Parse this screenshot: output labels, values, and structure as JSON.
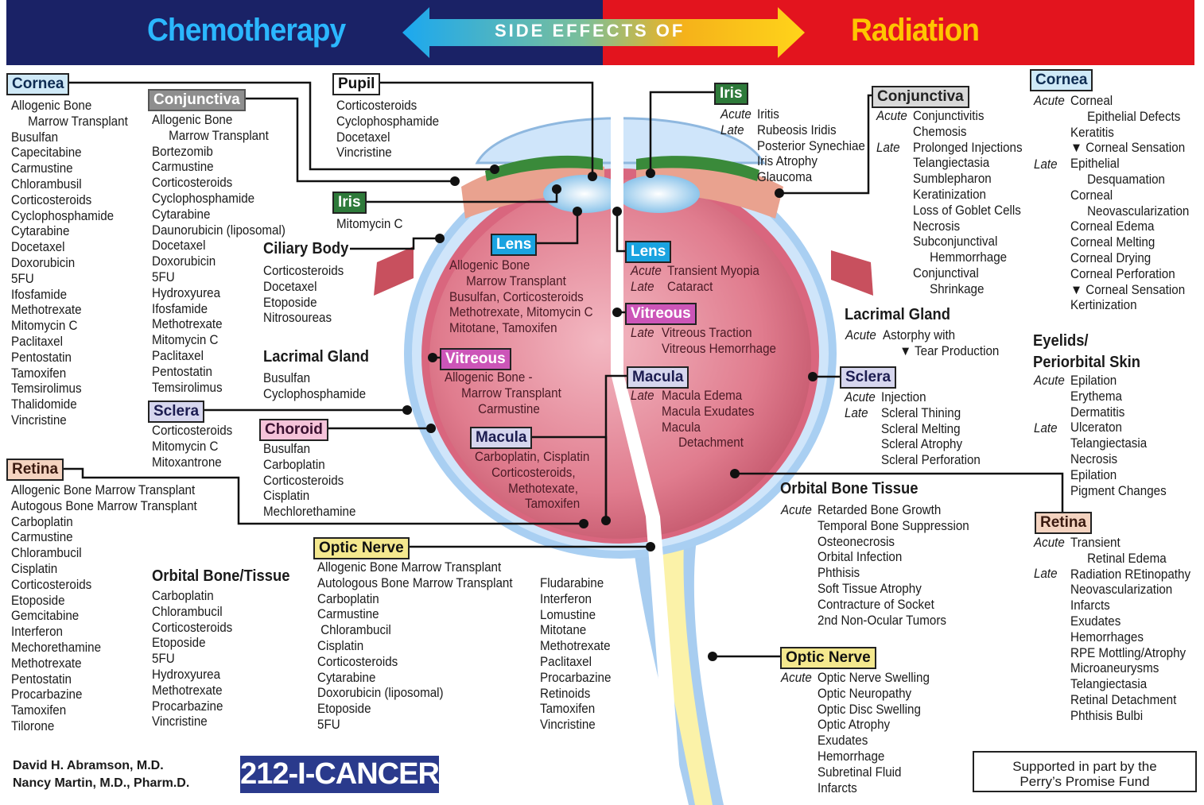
{
  "banner": {
    "left_title": "Chemotherapy",
    "center_title": "SIDE EFFECTS OF",
    "right_title": "Radiation"
  },
  "chemo": {
    "cornea": {
      "label": "Cornea",
      "items": "Allogenic Bone\n     Marrow Transplant\nBusulfan\nCapecitabine\nCarmustine\nChlorambusil\nCorticosteroids\nCyclophosphamide\nCytarabine\nDocetaxel\nDoxorubicin\n5FU\nIfosfamide\nMethotrexate\nMitomycin C\nPaclitaxel\nPentostatin\nTamoxifen\nTemsirolimus\nThalidomide\nVincristine"
    },
    "conjunctiva": {
      "label": "Conjunctiva",
      "items": "Allogenic Bone\n     Marrow Transplant\nBortezomib\nCarmustine\nCorticosteroids\nCyclophosphamide\nCytarabine\nDaunorubicin (liposomal)\nDocetaxel\nDoxorubicin\n5FU\nHydroxyurea\nIfosfamide\nMethotrexate\nMitomycin C\nPaclitaxel\nPentostatin\nTemsirolimus"
    },
    "pupil": {
      "label": "Pupil",
      "items": "Corticosteroids\nCyclophosphamide\nDocetaxel\nVincristine"
    },
    "iris": {
      "label": "Iris",
      "items": "Mitomycin C"
    },
    "ciliary_body": {
      "label": "Ciliary Body",
      "items": "Corticosteroids\nDocetaxel\nEtoposide\nNitrosoureas"
    },
    "lacrimal_gland": {
      "label": "Lacrimal Gland",
      "items": "Busulfan\nCyclophosphamide"
    },
    "sclera": {
      "label": "Sclera",
      "items": "Corticosteroids\nMitomycin C\nMitoxantrone"
    },
    "choroid": {
      "label": "Choroid",
      "items": "Busulfan\nCarboplatin\nCorticosteroids\nCisplatin\nMechlorethamine"
    },
    "lens": {
      "label": "Lens",
      "items": "Allogenic Bone\n     Marrow Transplant\nBusulfan, Corticosteroids\nMethotrexate, Mitomycin C\nMitotane, Tamoxifen"
    },
    "vitreous": {
      "label": "Vitreous",
      "items": "Allogenic Bone -\n     Marrow Transplant\n          Carmustine"
    },
    "macula": {
      "label": "Macula",
      "items": "Carboplatin, Cisplatin\n     Corticosteroids,\n          Methotexate,\n               Tamoxifen"
    },
    "retina": {
      "label": "Retina",
      "items": "Allogenic Bone Marrow Transplant\nAutogous Bone Marrow Transplant\nCarboplatin\nCarmustine\nChlorambucil\nCisplatin\nCorticosteroids\nEtoposide\nGemcitabine\nInterferon\nMechorethamine\nMethotrexate\nPentostatin\nProcarbazine\nTamoxifen\nTilorone"
    },
    "orbital": {
      "label": "Orbital Bone/Tissue",
      "items": "Carboplatin\nChlorambucil\nCorticosteroids\nEtoposide\n5FU\nHydroxyurea\nMethotrexate\nProcarbazine\nVincristine"
    },
    "optic_nerve": {
      "label": "Optic Nerve",
      "items_col1": "Allogenic Bone Marrow Transplant\nAutologous Bone Marrow Transplant\nCarboplatin\nCarmustine\n Chlorambucil\nCisplatin\nCorticosteroids\nCytarabine\nDoxorubicin (liposomal)\nEtoposide\n5FU",
      "items_col2": "Fludarabine\nInterferon\nLomustine\nMitotane\nMethotrexate\nPaclitaxel\nProcarbazine\nRetinoids\nTamoxifen\nVincristine"
    }
  },
  "radiation": {
    "iris": {
      "label": "Iris",
      "phases": "Acute\nLate",
      "items": "Iritis\nRubeosis Iridis\nPosterior Synechiae\nIris Atrophy\nGlaucoma"
    },
    "conjunctiva": {
      "label": "Conjunctiva",
      "phase_acute": "Acute",
      "phase_late": "Late",
      "items": "Conjunctivitis\nChemosis\nProlonged Injections\nTelangiectasia\nSumblepharon\nKeratinization\nLoss of Goblet Cells\nNecrosis\nSubconjunctival\n     Hemmorrhage\nConjunctival\n     Shrinkage"
    },
    "cornea": {
      "label": "Cornea",
      "phase_acute": "Acute",
      "phase_late": "Late",
      "items": "Corneal\n     Epithelial Defects\nKeratitis\n▼ Corneal Sensation\nEpithelial\n     Desquamation\nCorneal\n     Neovascularization\nCorneal Edema\nCorneal Melting\nCorneal Drying\nCorneal Perforation\n▼ Corneal Sensation\nKertinization"
    },
    "lens": {
      "label": "Lens",
      "phases": "Acute\nLate",
      "items": "Transient Myopia\nCataract"
    },
    "vitreous": {
      "label": "Vitreous",
      "phases": "Late",
      "items": "Vitreous Traction\nVitreous Hemorrhage"
    },
    "macula": {
      "label": "Macula",
      "phases": "Late",
      "items": "Macula Edema\nMacula Exudates\nMacula\n     Detachment"
    },
    "lacrimal_gland": {
      "label": "Lacrimal Gland",
      "phases": "Acute",
      "items": "Astorphy with\n     ▼ Tear Production"
    },
    "sclera": {
      "label": "Sclera",
      "phases": "Acute\nLate",
      "items": "Injection\nScleral Thining\nScleral Melting\nScleral Atrophy\nScleral Perforation"
    },
    "eyelids": {
      "label": "Eyelids/\nPeriorbital Skin",
      "phase_acute": "Acute",
      "phase_late": "Late",
      "items": "Epilation\nErythema\nDermatitis\nUlceraton\nTelangiectasia\nNecrosis\nEpilation\nPigment Changes"
    },
    "orbital": {
      "label": "Orbital Bone Tissue",
      "phases": "Acute",
      "items": "Retarded Bone Growth\nTemporal Bone Suppression\nOsteonecrosis\nOrbital Infection\nPhthisis\nSoft Tissue Atrophy\nContracture of Socket\n2nd Non-Ocular Tumors"
    },
    "retina": {
      "label": "Retina",
      "phase_acute": "Acute",
      "phase_late": "Late",
      "items": "Transient\n     Retinal Edema\nRadiation REtinopathy\nNeovascularization\nInfarcts\nExudates\nHemorrhages\nRPE Mottling/Atrophy\nMicroaneurysms\nTelangiectasia\nRetinal Detachment\nPhthisis Bulbi"
    },
    "optic_nerve": {
      "label": "Optic Nerve",
      "phases": "Acute",
      "items": "Optic Nerve Swelling\nOptic Neuropathy\nOptic Disc Swelling\nOptic Atrophy\nExudates\nHemorrhage\nSubretinal Fluid\nInfarcts"
    }
  },
  "footer": {
    "author1": "David H. Abramson, M.D.",
    "author2": "Nancy Martin, M.D., Pharm.D.",
    "hotline": "212-I-CANCER",
    "support": "Supported in part by the\nPerry’s Promise Fund"
  },
  "colors": {
    "banner_left": "#1a2266",
    "banner_right": "#e3141e",
    "chemo_title": "#2bb7ff",
    "radiation_title": "#ffc500",
    "hotline_bg": "#2a3a8c"
  }
}
